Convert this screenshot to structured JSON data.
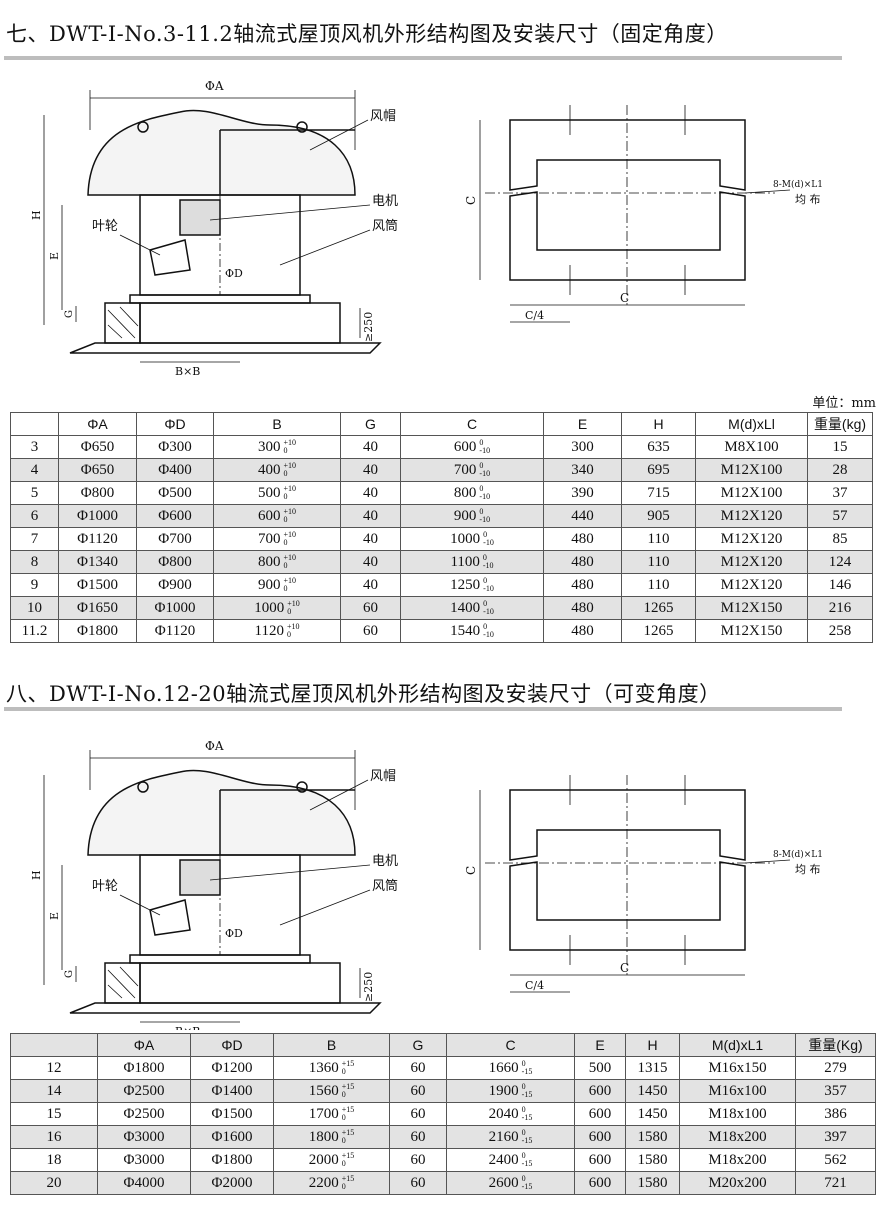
{
  "section1": {
    "title": "七、DWT-Ⅰ-No.3-11.2轴流式屋顶风机外形结构图及安装尺寸（固定角度）",
    "labels": {
      "phiA": "ΦA",
      "hood": "风帽",
      "motor": "电机",
      "impeller": "叶轮",
      "duct": "风筒",
      "phiD": "ΦD",
      "H": "H",
      "E": "E",
      "G": "G",
      "ge250": "≥250",
      "BxB": "B×B",
      "C": "C",
      "C4": "C/4",
      "bolt": "8-M(d)×L1",
      "even": "均 布"
    },
    "unit": "单位：mm",
    "headers": [
      "",
      "ΦA",
      "ΦD",
      "B",
      "G",
      "C",
      "E",
      "H",
      "M(d)xLl",
      "重量(kg)"
    ],
    "rows": [
      {
        "no": "3",
        "A": "Φ650",
        "D": "Φ300",
        "B": "300",
        "Bt": [
          "+10",
          "0"
        ],
        "G": "40",
        "C": "600",
        "Ct": [
          "0",
          "-10"
        ],
        "E": "300",
        "H": "635",
        "M": "M8X100",
        "W": "15"
      },
      {
        "no": "4",
        "A": "Φ650",
        "D": "Φ400",
        "B": "400",
        "Bt": [
          "+10",
          "0"
        ],
        "G": "40",
        "C": "700",
        "Ct": [
          "0",
          "-10"
        ],
        "E": "340",
        "H": "695",
        "M": "M12X100",
        "W": "28"
      },
      {
        "no": "5",
        "A": "Φ800",
        "D": "Φ500",
        "B": "500",
        "Bt": [
          "+10",
          "0"
        ],
        "G": "40",
        "C": "800",
        "Ct": [
          "0",
          "-10"
        ],
        "E": "390",
        "H": "715",
        "M": "M12X100",
        "W": "37"
      },
      {
        "no": "6",
        "A": "Φ1000",
        "D": "Φ600",
        "B": "600",
        "Bt": [
          "+10",
          "0"
        ],
        "G": "40",
        "C": "900",
        "Ct": [
          "0",
          "-10"
        ],
        "E": "440",
        "H": "905",
        "M": "M12X120",
        "W": "57"
      },
      {
        "no": "7",
        "A": "Φ1120",
        "D": "Φ700",
        "B": "700",
        "Bt": [
          "+10",
          "0"
        ],
        "G": "40",
        "C": "1000",
        "Ct": [
          "0",
          "-10"
        ],
        "E": "480",
        "H": "110",
        "M": "M12X120",
        "W": "85"
      },
      {
        "no": "8",
        "A": "Φ1340",
        "D": "Φ800",
        "B": "800",
        "Bt": [
          "+10",
          "0"
        ],
        "G": "40",
        "C": "1100",
        "Ct": [
          "0",
          "-10"
        ],
        "E": "480",
        "H": "110",
        "M": "M12X120",
        "W": "124"
      },
      {
        "no": "9",
        "A": "Φ1500",
        "D": "Φ900",
        "B": "900",
        "Bt": [
          "+10",
          "0"
        ],
        "G": "40",
        "C": "1250",
        "Ct": [
          "0",
          "-10"
        ],
        "E": "480",
        "H": "110",
        "M": "M12X120",
        "W": "146"
      },
      {
        "no": "10",
        "A": "Φ1650",
        "D": "Φ1000",
        "B": "1000",
        "Bt": [
          "+10",
          "0"
        ],
        "G": "60",
        "C": "1400",
        "Ct": [
          "0",
          "-10"
        ],
        "E": "480",
        "H": "1265",
        "M": "M12X150",
        "W": "216"
      },
      {
        "no": "11.2",
        "A": "Φ1800",
        "D": "Φ1120",
        "B": "1120",
        "Bt": [
          "+10",
          "0"
        ],
        "G": "60",
        "C": "1540",
        "Ct": [
          "0",
          "-10"
        ],
        "E": "480",
        "H": "1265",
        "M": "M12X150",
        "W": "258"
      }
    ]
  },
  "section2": {
    "title": "八、DWT-Ⅰ-No.12-20轴流式屋顶风机外形结构图及安装尺寸（可变角度）",
    "labels": {
      "phiA": "ΦA",
      "hood": "风帽",
      "motor": "电机",
      "impeller": "叶轮",
      "duct": "风筒",
      "phiD": "ΦD",
      "H": "H",
      "E": "E",
      "G": "G",
      "ge250": "≥250",
      "BxB": "B×B",
      "C": "C",
      "C4": "C/4",
      "bolt": "8-M(d)×L1",
      "even": "均 布"
    },
    "headers": [
      "",
      "ΦA",
      "ΦD",
      "B",
      "G",
      "C",
      "E",
      "H",
      "M(d)xL1",
      "重量(Kg)"
    ],
    "rows": [
      {
        "no": "12",
        "A": "Φ1800",
        "D": "Φ1200",
        "B": "1360",
        "Bt": [
          "+15",
          "0"
        ],
        "G": "60",
        "C": "1660",
        "Ct": [
          "0",
          "-15"
        ],
        "E": "500",
        "H": "1315",
        "M": "M16x150",
        "W": "279"
      },
      {
        "no": "14",
        "A": "Φ2500",
        "D": "Φ1400",
        "B": "1560",
        "Bt": [
          "+15",
          "0"
        ],
        "G": "60",
        "C": "1900",
        "Ct": [
          "0",
          "-15"
        ],
        "E": "600",
        "H": "1450",
        "M": "M16x100",
        "W": "357"
      },
      {
        "no": "15",
        "A": "Φ2500",
        "D": "Φ1500",
        "B": "1700",
        "Bt": [
          "+15",
          "0"
        ],
        "G": "60",
        "C": "2040",
        "Ct": [
          "0",
          "-15"
        ],
        "E": "600",
        "H": "1450",
        "M": "M18x100",
        "W": "386"
      },
      {
        "no": "16",
        "A": "Φ3000",
        "D": "Φ1600",
        "B": "1800",
        "Bt": [
          "+15",
          "0"
        ],
        "G": "60",
        "C": "2160",
        "Ct": [
          "0",
          "-15"
        ],
        "E": "600",
        "H": "1580",
        "M": "M18x200",
        "W": "397"
      },
      {
        "no": "18",
        "A": "Φ3000",
        "D": "Φ1800",
        "B": "2000",
        "Bt": [
          "+15",
          "0"
        ],
        "G": "60",
        "C": "2400",
        "Ct": [
          "0",
          "-15"
        ],
        "E": "600",
        "H": "1580",
        "M": "M18x200",
        "W": "562"
      },
      {
        "no": "20",
        "A": "Φ4000",
        "D": "Φ2000",
        "B": "2200",
        "Bt": [
          "+15",
          "0"
        ],
        "G": "60",
        "C": "2600",
        "Ct": [
          "0",
          "-15"
        ],
        "E": "600",
        "H": "1580",
        "M": "M20x200",
        "W": "721"
      }
    ]
  }
}
